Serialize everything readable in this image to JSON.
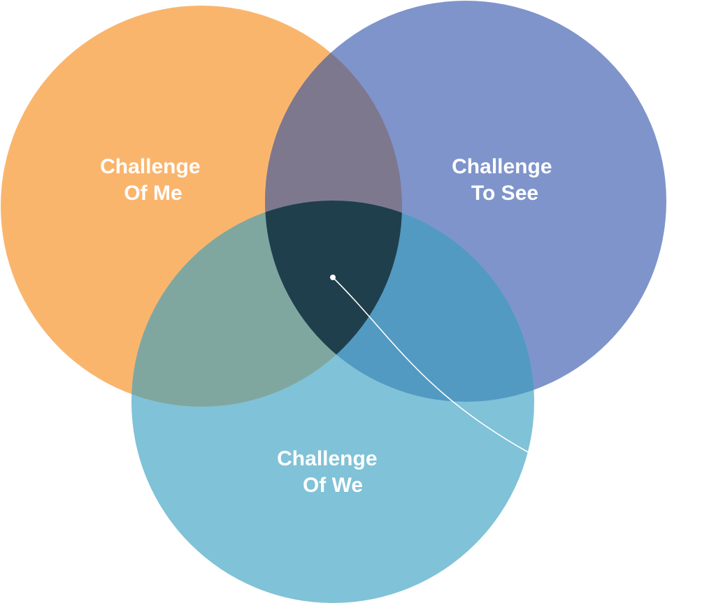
{
  "diagram": {
    "type": "venn",
    "circles": [
      {
        "id": "me",
        "label_lines": [
          "Challenge",
          "Of Me"
        ],
        "color": "#FAB56D"
      },
      {
        "id": "see",
        "label_lines": [
          "Challenge",
          "To See"
        ],
        "color": "#7F94CB"
      },
      {
        "id": "we",
        "label_lines": [
          "Challenge",
          "Of We"
        ],
        "color": "#80C2D7"
      }
    ],
    "overlap_colors": {
      "me_see": "#7E788E",
      "me_we": "#7FA79F",
      "see_we": "#529AC2",
      "center": "#203F4D"
    },
    "connector_color": "#ffffff"
  }
}
